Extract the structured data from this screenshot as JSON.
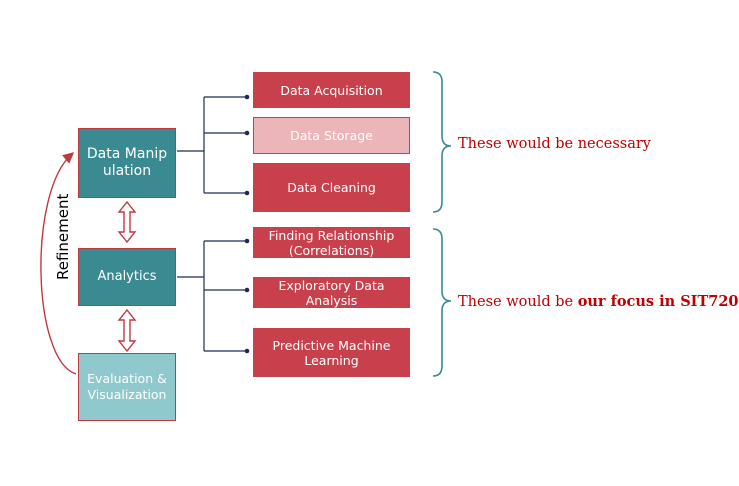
{
  "stages": {
    "data_manipulation": "Data Manipulation",
    "analytics": "Analytics",
    "evaluation": "Evaluation & Visualization"
  },
  "refinement_label": "Refinement",
  "tasks": {
    "data_acquisition": "Data Acquisition",
    "data_storage": "Data Storage",
    "data_cleaning": "Data Cleaning",
    "finding_relationship": "Finding Relationship (Correlations)",
    "exploratory": "Exploratory Data Analysis",
    "predictive": "Predictive Machine Learning"
  },
  "notes": {
    "necessary": "These would be necessary",
    "focus_prefix": "These would be ",
    "focus_bold": "our focus in SIT720"
  },
  "colors": {
    "teal": "#3a8a92",
    "light_teal": "#8fc8cd",
    "task_red": "#c8404b",
    "task_pink": "#ebb5b9",
    "note_red": "#c00000",
    "connector_navy": "#1f2a5c",
    "brace_teal": "#3a8a92"
  }
}
